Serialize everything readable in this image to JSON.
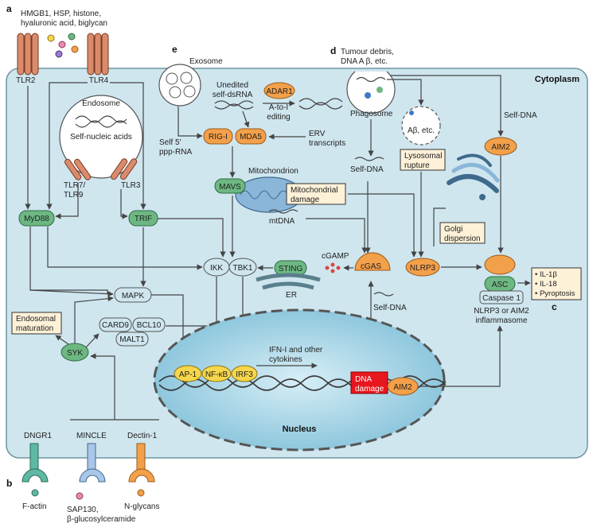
{
  "panels": {
    "a": "a",
    "b": "b",
    "c": "c",
    "d": "d",
    "e": "e"
  },
  "compartments": {
    "cytoplasm": "Cytoplasm",
    "nucleus": "Nucleus",
    "endosome": "Endosome",
    "exosome": "Exosome",
    "phagosome": "Phagosome",
    "mitochondrion": "Mitochondrion",
    "er": "ER"
  },
  "ligands": {
    "top_line1": "HMGB1, HSP, histone,",
    "top_line2": "hyaluronic acid, biglycan",
    "tumour_line1": "Tumour debris,",
    "tumour_line2": "DNA A β, etc.",
    "self_nucleic_acids": "Self-nucleic acids",
    "unedited_line1": "Unedited",
    "unedited_line2": "self-dsRNA",
    "self5_line1": "Self 5′",
    "self5_line2": "ppp-RNA",
    "erv_line1": "ERV",
    "erv_line2": "transcripts",
    "a_to_i_line1": "A-to-I",
    "a_to_i_line2": "editing",
    "self_dna_top": "Self-DNA",
    "self_dna_phago": "Self-DNA",
    "self_dna_cgas": "Self-DNA",
    "mtdna": "mtDNA",
    "abeta": "Aβ, etc.",
    "cgamp": "cGAMP",
    "ifn_line1": "IFN-I and other",
    "ifn_line2": "cytokines",
    "factin": "F-actin",
    "sap_line1": "SAP130,",
    "sap_line2": "β-glucosylceramide",
    "nglycans": "N-glycans"
  },
  "receptors": {
    "tlr2": "TLR2",
    "tlr4": "TLR4",
    "tlr79_line1": "TLR7/",
    "tlr79_line2": "TLR9",
    "tlr3": "TLR3",
    "dngr1": "DNGR1",
    "mincle": "MINCLE",
    "dectin1": "Dectin-1"
  },
  "nodes": {
    "myd88": "MyD88",
    "trif": "TRIF",
    "mapk": "MAPK",
    "ikk": "IKK",
    "tbk1": "TBK1",
    "sting": "STING",
    "cgas": "cGAS",
    "rigi": "RIG-I",
    "mda5": "MDA5",
    "mavs": "MAVS",
    "adar1": "ADAR1",
    "aim2_top": "AIM2",
    "aim2_nuc": "AIM2",
    "nlrp3": "NLRP3",
    "asc": "ASC",
    "caspase1": "Caspase 1",
    "syk": "SYK",
    "card9": "CARD9",
    "bcl10": "BCL10",
    "malt1": "MALT1",
    "ap1": "AP-1",
    "nfkb": "NF-κB",
    "irf3": "IRF3"
  },
  "boxes": {
    "mito_damage_line1": "Mitochondrial",
    "mito_damage_line2": "damage",
    "lyso_line1": "Lysosomal",
    "lyso_line2": "rupture",
    "golgi_line1": "Golgi",
    "golgi_line2": "dispersion",
    "endo_mat_line1": "Endosomal",
    "endo_mat_line2": "maturation",
    "dna_damage_line1": "DNA",
    "dna_damage_line2": "damage"
  },
  "outputs": {
    "il1b": "• IL-1β",
    "il18": "• IL-18",
    "pyroptosis": "• Pyroptosis"
  },
  "inflammasome_line1": "NLRP3 or AIM2",
  "inflammasome_line2": "inflammasome",
  "colors": {
    "cell": "#cfe6ef",
    "nucleus": "#9fd0e3",
    "green": "#6db882",
    "orange": "#f3a04a",
    "yellow": "#f7d64a",
    "box": "#fdf1d8",
    "dna_damage": "#e8161e"
  }
}
